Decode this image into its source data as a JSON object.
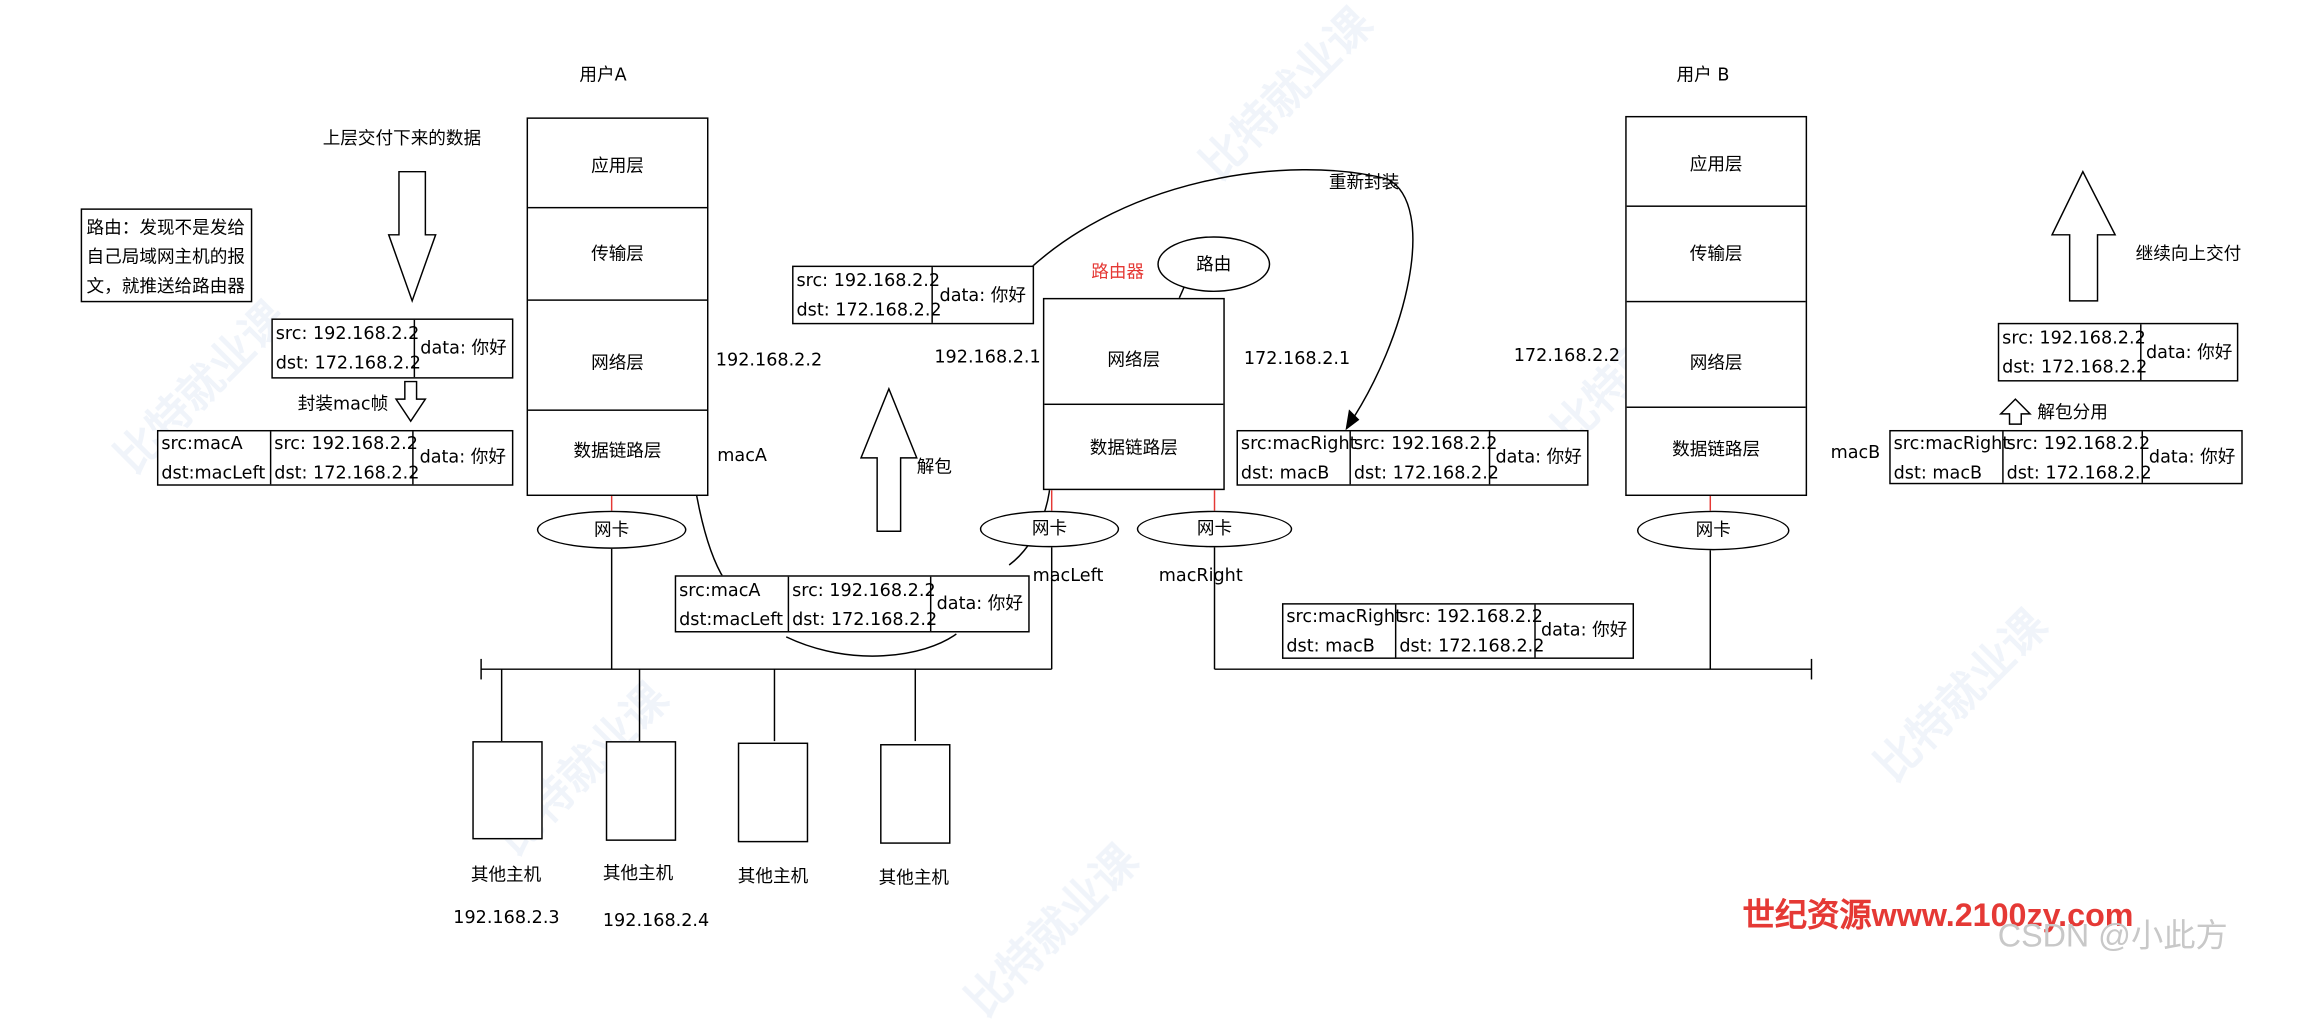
{
  "user_a": {
    "title": "用户A",
    "layers": [
      "应用层",
      "传输层",
      "网络层",
      "数据链路层"
    ],
    "ip": "192.168.2.2",
    "mac": "macA",
    "nic": "网卡"
  },
  "user_b": {
    "title": "用户 B",
    "layers": [
      "应用层",
      "传输层",
      "网络层",
      "数据链路层"
    ],
    "ip": "172.168.2.2",
    "mac": "macB",
    "nic": "网卡"
  },
  "router": {
    "title": "路由器",
    "bubble": "路由",
    "layers": [
      "网络层",
      "数据链路层"
    ],
    "ip_left": "192.168.2.1",
    "ip_right": "172.168.2.1",
    "nic_left": "网卡",
    "nic_right": "网卡",
    "mac_left": "macLeft",
    "mac_right": "macRight"
  },
  "annotations": {
    "upper_data": "上层交付下来的数据",
    "encap_frame": "封装mac帧",
    "routing_note": "路由：发现不是发给自己局域网主机的报文，就推送给路由器",
    "unpack": "解包",
    "reencap": "重新封装",
    "continue_up": "继续向上交付",
    "unpack_share": "解包分用"
  },
  "packets": {
    "src_ip": "src: 192.168.2.2",
    "dst_ip": "dst: 172.168.2.2",
    "payload": "data: 你好",
    "mac_a_src": "src:macA",
    "mac_left_dst": "dst:macLeft",
    "mac_right_src": "src:macRight",
    "mac_b_dst": "dst: macB"
  },
  "hosts": [
    {
      "label": "其他主机",
      "ip": "192.168.2.3"
    },
    {
      "label": "其他主机",
      "ip": "192.168.2.4"
    },
    {
      "label": "其他主机",
      "ip": ""
    },
    {
      "label": "其他主机",
      "ip": ""
    }
  ],
  "watermark": {
    "brand": "世纪资源www.2100zy.com",
    "csdn": "CSDN @小此方",
    "logo_text": "比特就业课"
  }
}
